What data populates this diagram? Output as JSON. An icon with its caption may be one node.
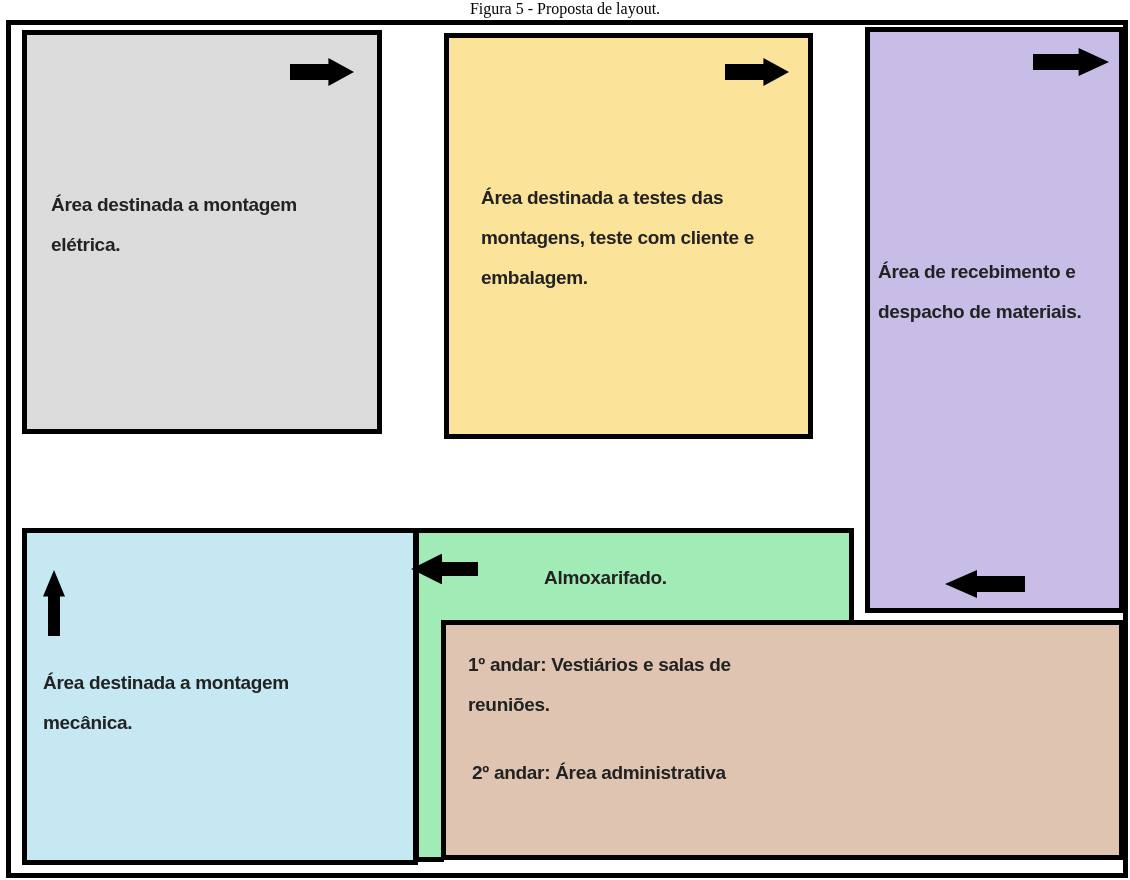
{
  "diagram": {
    "title": "Figura 5 - Proposta de layout.",
    "nodes": [
      {
        "text": [],
        "shape": "box"
      },
      {
        "text": [
          "Área destinada a montagem elétrica."
        ],
        "in": 0
      },
      {
        "text": [
          "Área destinada a testes das montagens, teste com cliente e embalagem."
        ],
        "in": 0
      },
      {
        "text": [
          "Área de recebimento e despacho de materiais."
        ],
        "in": 0
      },
      {
        "text": [
          "Área destinada a montagem mecânica."
        ],
        "in": 0
      },
      {
        "text": [
          "Almoxarifado."
        ],
        "in": 0
      },
      {
        "text": [
          "1º andar: Vestiários e salas de reuniões.",
          "2º andar: Área administrativa"
        ],
        "in": 0
      }
    ],
    "edges": [
      {
        "from": 5,
        "to": 4,
        "arrow": "to"
      }
    ]
  }
}
